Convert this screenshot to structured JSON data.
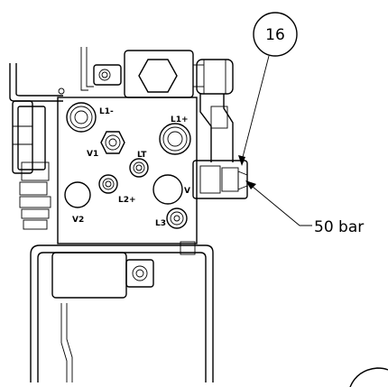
{
  "balloon": {
    "number": "16"
  },
  "callout": {
    "text": "50 bar"
  },
  "port_labels": {
    "l1_minus": "L1-",
    "l1_plus": "L1+",
    "v1": "V1",
    "lt": "LT",
    "v": "V",
    "l2_plus": "L2+",
    "v2": "V2",
    "l3": "L3"
  }
}
